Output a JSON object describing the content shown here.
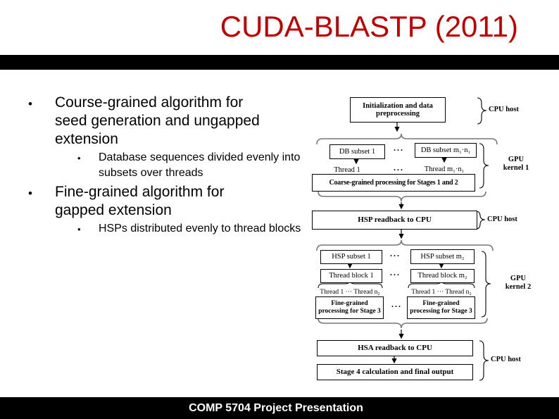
{
  "slide": {
    "title": "CUDA-BLASTP (2011)",
    "title_color": "#c00000",
    "bar_color": "#000000",
    "footer_text": "COMP 5704 Project Presentation"
  },
  "bullets": [
    {
      "marker": "•",
      "text": "Course-grained algorithm for seed generation and ungapped extension",
      "sub_marker": "•",
      "sub": "Database sequences divided evenly into subsets over threads"
    },
    {
      "marker": "•",
      "text": "Fine-grained algorithm for gapped extension",
      "sub_marker": "•",
      "sub": "HSPs distributed evenly to thread blocks"
    }
  ],
  "diagram": {
    "init_box": "Initialization and data preprocessing",
    "cpu_host": "CPU host",
    "gpu": "GPU",
    "kernel1": "kernel 1",
    "kernel2": "kernel 2",
    "dots": "···",
    "db_subset_1": "DB subset 1",
    "db_subset_n": "DB subset m₁·n₁",
    "thread_1": "Thread 1",
    "thread_n": "Thread m₁·n₁",
    "coarse_box": "Coarse-grained processing for Stages 1 and 2",
    "hsp_readback": "HSP readback to CPU",
    "hsp_subset_1": "HSP subset 1",
    "hsp_subset_m": "HSP subset m₂",
    "thread_block_1": "Thread block 1",
    "thread_block_m": "Thread block m₂",
    "threads_row": "Thread 1 ··· Thread n₂",
    "fine_line1": "Fine-grained",
    "fine_line2": "processing for Stage 3",
    "hsa_readback": "HSA readback to CPU",
    "stage4_box": "Stage 4 calculation and final output"
  }
}
